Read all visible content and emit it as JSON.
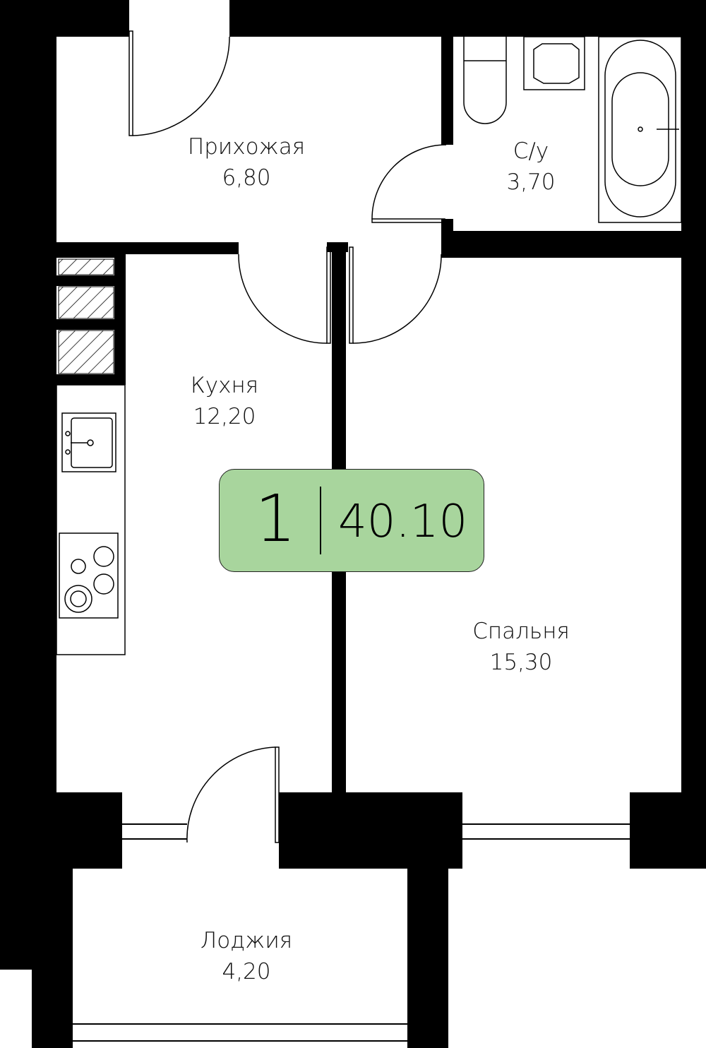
{
  "rooms": [
    {
      "name": "Прихожая",
      "area": "6,80"
    },
    {
      "name": "С/у",
      "area": "3,70"
    },
    {
      "name": "Кухня",
      "area": "12,20"
    },
    {
      "name": "Спальня",
      "area": "15,30"
    },
    {
      "name": "Лоджия",
      "area": "4,20"
    }
  ],
  "badge": {
    "rooms_count": "1",
    "total_area": "40.10"
  },
  "colors": {
    "badge": "#a8d59d",
    "wall": "#000000"
  }
}
